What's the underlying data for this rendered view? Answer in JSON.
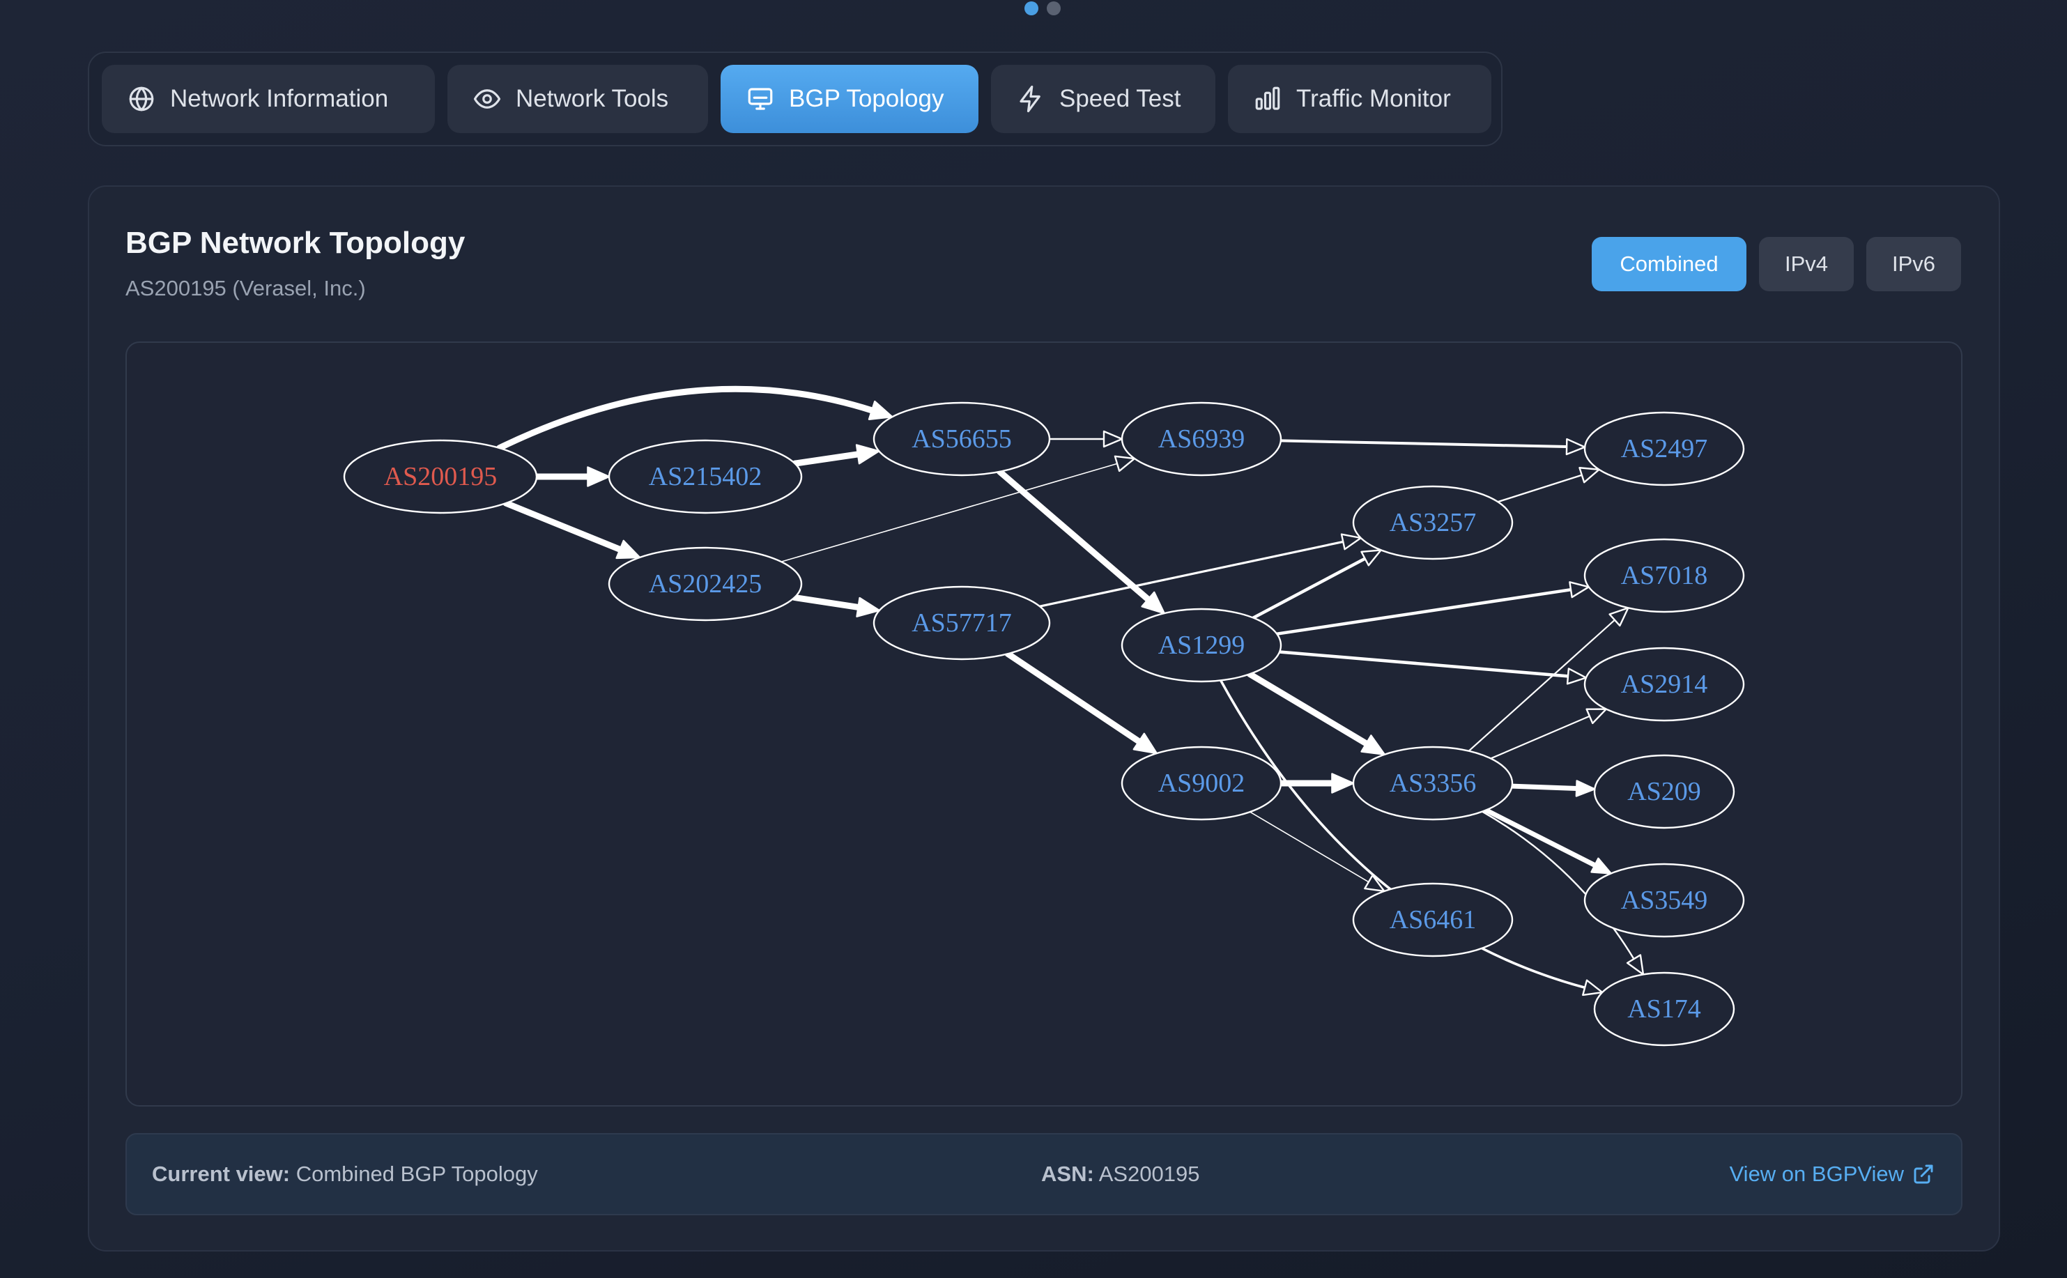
{
  "tabs": [
    {
      "label": "Network Information",
      "icon": "globe-icon",
      "active": false
    },
    {
      "label": "Network Tools",
      "icon": "eye-icon",
      "active": false
    },
    {
      "label": "BGP Topology",
      "icon": "monitor-icon",
      "active": true
    },
    {
      "label": "Speed Test",
      "icon": "lightning-icon",
      "active": false
    },
    {
      "label": "Traffic Monitor",
      "icon": "bar-chart-icon",
      "active": false
    }
  ],
  "card": {
    "title": "BGP Network Topology",
    "subtitle": "AS200195 (Verasel, Inc.)"
  },
  "view_toggle": [
    {
      "label": "Combined",
      "active": true
    },
    {
      "label": "IPv4",
      "active": false
    },
    {
      "label": "IPv6",
      "active": false
    }
  ],
  "graph": {
    "origin_color": "#e05a4e",
    "node_color": "#5b9ae8",
    "nodes": [
      {
        "id": "AS200195",
        "origin": true
      },
      {
        "id": "AS215402"
      },
      {
        "id": "AS202425"
      },
      {
        "id": "AS56655"
      },
      {
        "id": "AS57717"
      },
      {
        "id": "AS6939"
      },
      {
        "id": "AS1299"
      },
      {
        "id": "AS9002"
      },
      {
        "id": "AS3257"
      },
      {
        "id": "AS3356"
      },
      {
        "id": "AS6461"
      },
      {
        "id": "AS2497"
      },
      {
        "id": "AS7018"
      },
      {
        "id": "AS2914"
      },
      {
        "id": "AS209"
      },
      {
        "id": "AS3549"
      },
      {
        "id": "AS174"
      }
    ],
    "edges": [
      {
        "from": "AS200195",
        "to": "AS56655"
      },
      {
        "from": "AS200195",
        "to": "AS215402"
      },
      {
        "from": "AS200195",
        "to": "AS202425"
      },
      {
        "from": "AS215402",
        "to": "AS56655"
      },
      {
        "from": "AS202425",
        "to": "AS6939"
      },
      {
        "from": "AS202425",
        "to": "AS57717"
      },
      {
        "from": "AS56655",
        "to": "AS6939"
      },
      {
        "from": "AS56655",
        "to": "AS1299"
      },
      {
        "from": "AS6939",
        "to": "AS2497"
      },
      {
        "from": "AS57717",
        "to": "AS3257"
      },
      {
        "from": "AS57717",
        "to": "AS9002"
      },
      {
        "from": "AS3257",
        "to": "AS2497"
      },
      {
        "from": "AS1299",
        "to": "AS3257"
      },
      {
        "from": "AS1299",
        "to": "AS7018"
      },
      {
        "from": "AS1299",
        "to": "AS2914"
      },
      {
        "from": "AS1299",
        "to": "AS3356"
      },
      {
        "from": "AS1299",
        "to": "AS174"
      },
      {
        "from": "AS9002",
        "to": "AS3356"
      },
      {
        "from": "AS9002",
        "to": "AS6461"
      },
      {
        "from": "AS3356",
        "to": "AS7018"
      },
      {
        "from": "AS3356",
        "to": "AS2914"
      },
      {
        "from": "AS3356",
        "to": "AS209"
      },
      {
        "from": "AS3356",
        "to": "AS3549"
      },
      {
        "from": "AS3356",
        "to": "AS174"
      }
    ]
  },
  "footer": {
    "view_label": "Current view:",
    "view_value": "Combined BGP Topology",
    "asn_label": "ASN:",
    "asn_value": "AS200195",
    "link_label": "View on BGPView",
    "link_color": "#57aef2"
  }
}
